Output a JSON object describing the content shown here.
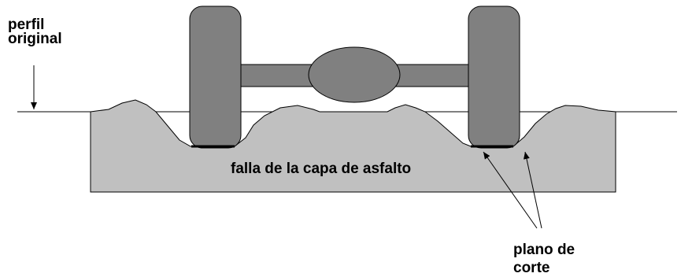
{
  "labels": {
    "original_profile_line1": "perfil",
    "original_profile_line2": "original",
    "asphalt_failure": "falla de la capa de asfalto",
    "shear_plane_line1": "plano de",
    "shear_plane_line2": "corte"
  },
  "colors": {
    "background": "#ffffff",
    "asphalt_layer": "#c0c0c0",
    "axle_assembly": "#808080",
    "outline": "#000000"
  }
}
